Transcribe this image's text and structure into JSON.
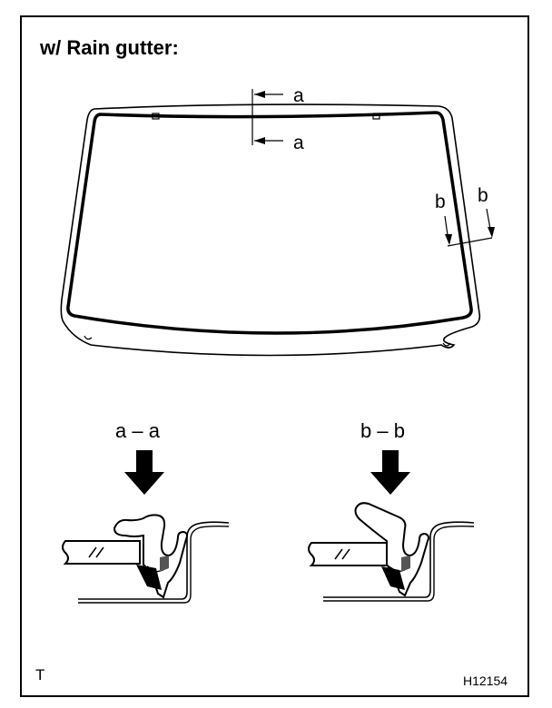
{
  "header": {
    "title": "w/ Rain gutter:"
  },
  "windshield": {
    "section_a_top": "a",
    "section_a_bottom": "a",
    "section_b_left": "b",
    "section_b_right": "b"
  },
  "sections": {
    "aa_label": "a – a",
    "bb_label": "b – b"
  },
  "footer": {
    "marker": "T",
    "figure_id": "H12154"
  }
}
